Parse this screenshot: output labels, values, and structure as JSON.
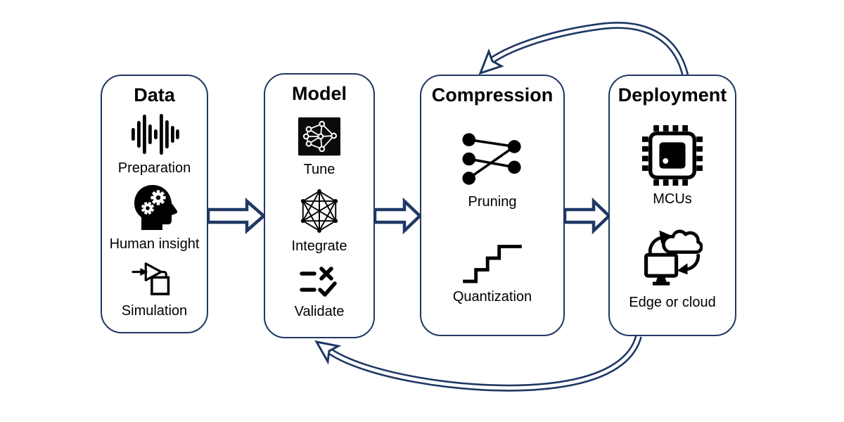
{
  "colors": {
    "accent_navy": "#1f3864",
    "icon_black": "#000000",
    "background": "#ffffff",
    "text": "#000000"
  },
  "stages": [
    {
      "title": "Data",
      "items": [
        {
          "icon": "audio-waveform-icon",
          "label": "Preparation"
        },
        {
          "icon": "head-gears-icon",
          "label": "Human insight"
        },
        {
          "icon": "simulation-icon",
          "label": "Simulation"
        }
      ]
    },
    {
      "title": "Model",
      "items": [
        {
          "icon": "neural-network-icon",
          "label": "Tune"
        },
        {
          "icon": "mesh-network-icon",
          "label": "Integrate"
        },
        {
          "icon": "checklist-icon",
          "label": "Validate"
        }
      ]
    },
    {
      "title": "Compression",
      "items": [
        {
          "icon": "pruning-icon",
          "label": "Pruning"
        },
        {
          "icon": "staircase-icon",
          "label": "Quantization"
        }
      ]
    },
    {
      "title": "Deployment",
      "items": [
        {
          "icon": "microchip-icon",
          "label": "MCUs"
        },
        {
          "icon": "edge-cloud-icon",
          "label": "Edge or cloud"
        }
      ]
    }
  ],
  "connections": [
    {
      "from": "Data",
      "to": "Model",
      "type": "block-arrow"
    },
    {
      "from": "Model",
      "to": "Compression",
      "type": "block-arrow"
    },
    {
      "from": "Compression",
      "to": "Deployment",
      "type": "block-arrow"
    },
    {
      "from": "Deployment",
      "to": "Compression",
      "type": "curved-feedback-top"
    },
    {
      "from": "Deployment",
      "to": "Model",
      "type": "curved-feedback-bottom"
    }
  ]
}
